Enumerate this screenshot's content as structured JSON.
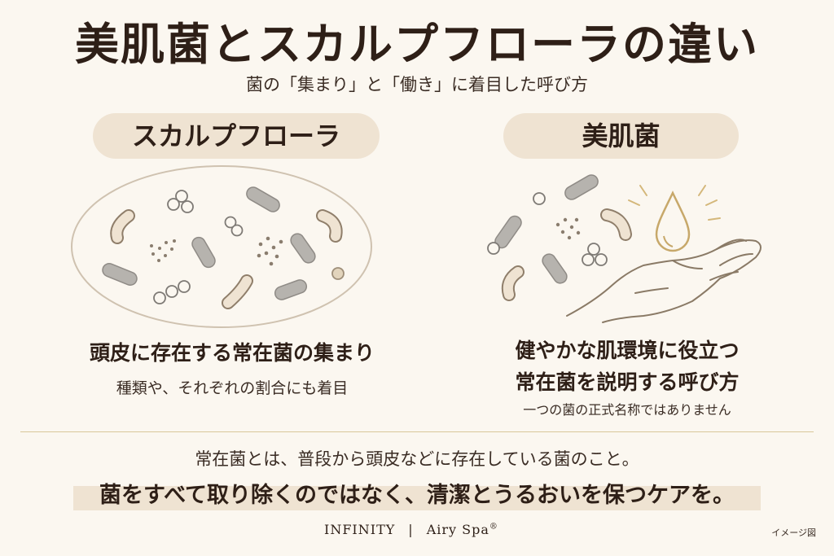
{
  "title": "美肌菌とスカルプフローラの違い",
  "subtitle": "菌の「集まり」と「働き」に着目した呼び方",
  "left": {
    "label": "スカルプフローラ",
    "caption_main": "頭皮に存在する常在菌の集まり",
    "caption_sub": "種類や、それぞれの割合にも着目"
  },
  "right": {
    "label": "美肌菌",
    "caption_line1": "健やかな肌環境に役立つ",
    "caption_line2": "常在菌を説明する呼び方",
    "caption_sub": "一つの菌の正式名称ではありません"
  },
  "note": "常在菌とは、普段から頭皮などに存在している菌のこと。",
  "slogan": "菌をすべて取り除くのではなく、清潔とうるおいを保つケアを。",
  "brand": {
    "name1": "INFINITY",
    "separator": "|",
    "name2": "Airy Spa",
    "mark": "®"
  },
  "image_note": "イメージ図",
  "colors": {
    "background": "#FBF7F0",
    "pill": "#EFE3D2",
    "text": "#2E1F17",
    "accent_gold": "#D9C79A",
    "bacteria_gray": "#A9A6A2",
    "bacteria_beige": "#E2D4BC"
  }
}
